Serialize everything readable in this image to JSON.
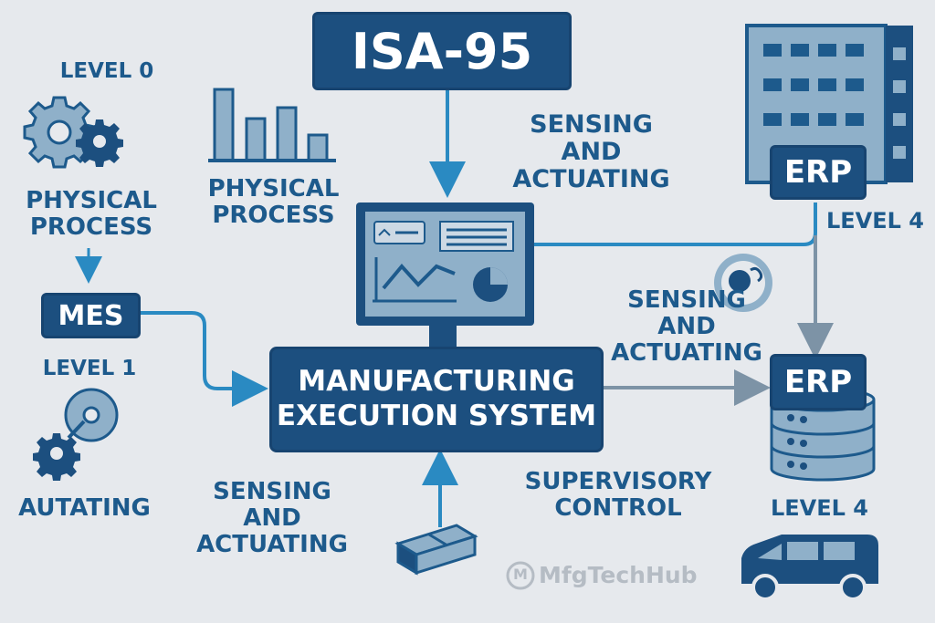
{
  "title": "ISA-95",
  "left": {
    "level0": "LEVEL 0",
    "physical_process": "PHYSICAL\nPROCESS",
    "mes": "MES",
    "level1": "LEVEL 1",
    "autating": "AUTATING"
  },
  "center": {
    "physical_process": "PHYSICAL\nPROCESS",
    "mes_box": "MANUFACTURING\nEXECUTION SYSTEM",
    "sensing_top": "SENSING\nAND\nACTUATING",
    "sensing_bottom": "SENSING\nAND\nACTUATING",
    "supervisory": "SUPERVISORY\nCONTROL"
  },
  "right": {
    "erp_top": "ERP",
    "level4_top": "LEVEL 4",
    "sensing_mid": "SENSING\nAND\nACTUATING",
    "erp_bottom": "ERP",
    "level4_bottom": "LEVEL 4"
  },
  "watermark": {
    "text": "MfgTechHub",
    "logo_letter": "M"
  },
  "colors": {
    "primary": "#1c4f7f",
    "accent": "#2a8ac2",
    "light": "#8fb0c9",
    "bg": "#e6e9ed"
  },
  "icons": [
    "gears-icon",
    "bar-chart-icon",
    "monitor-dashboard-icon",
    "office-building-icon",
    "signal-icon",
    "database-icon",
    "gear-disc-icon",
    "box-icon",
    "van-icon",
    "logo-icon"
  ]
}
